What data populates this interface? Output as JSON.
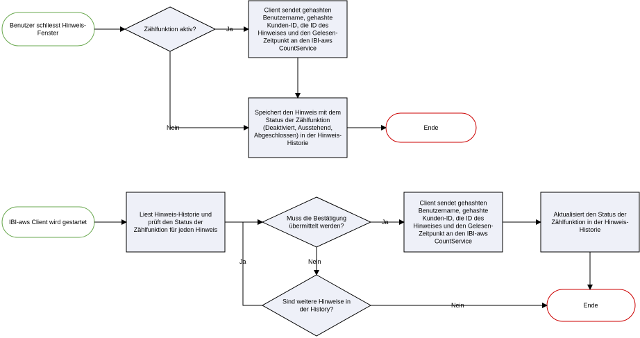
{
  "flow1": {
    "start": [
      "Benutzer schliesst Hinweis-",
      "Fenster"
    ],
    "decision": [
      "Zählfunktion aktiv?"
    ],
    "send": [
      "Client sendet gehashten",
      "Benutzername, gehashte",
      "Kunden-ID, die ID des",
      "Hinweises und den Gelesen-",
      "Zeitpunkt an den IBI-aws",
      "CountService"
    ],
    "store": [
      "Speichert den Hinweis mit dem",
      "Status der Zählfunktion",
      "(Deaktiviert, Ausstehend,",
      "Abgeschlossen) in der Hinweis-",
      "Historie"
    ],
    "end": [
      "Ende"
    ],
    "label_yes": "Ja",
    "label_no": "Nein"
  },
  "flow2": {
    "start": [
      "IBI-aws Client wird gestartet"
    ],
    "read": [
      "Liest Hinweis-Historie und",
      "prüft den Status der",
      "Zählfunktion für jeden Hinweis"
    ],
    "decision1": [
      "Muss die Bestätigung",
      "übermittelt werden?"
    ],
    "send": [
      "Client sendet gehashten",
      "Benutzername, gehashte",
      "Kunden-ID, die ID des",
      "Hinweises und den Gelesen-",
      "Zeitpunkt an den IBI-aws",
      "CountService"
    ],
    "update": [
      "Aktualisiert den Status der",
      "Zählfunktion in der Hinweis-",
      "Historie"
    ],
    "decision2": [
      "Sind weitere Hinweise in",
      "der History?"
    ],
    "end": [
      "Ende"
    ],
    "label_yes_send": "Ja",
    "label_no_check": "Nein",
    "label_yes_loop": "Ja",
    "label_no_end": "Nein"
  },
  "colors": {
    "box_fill": "#eef0f8",
    "box_stroke": "#000000",
    "start_stroke": "#6aa84f",
    "end_stroke": "#cc0000"
  }
}
